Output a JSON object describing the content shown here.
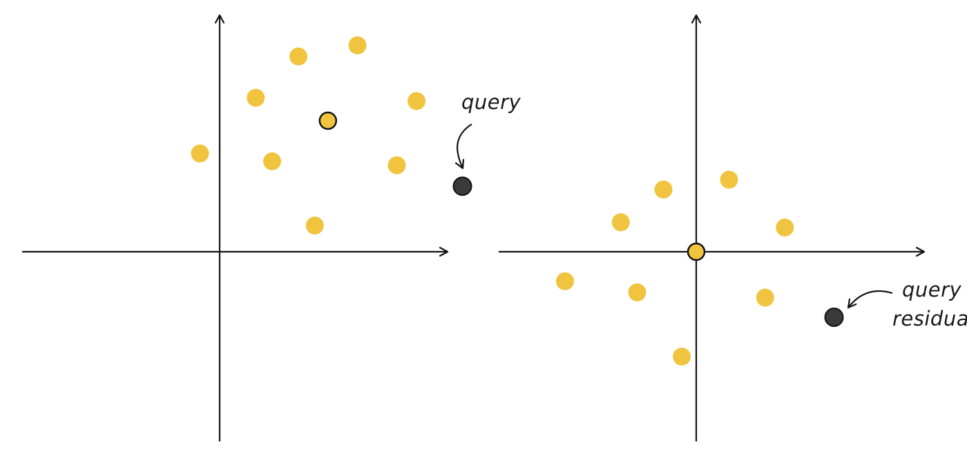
{
  "colors": {
    "point": "#F0C43F",
    "query": "#3A3A3A",
    "stroke": "#111111",
    "background": "#FFFFFF"
  },
  "left_panel": {
    "label": "query",
    "points": [
      {
        "x": -0.3,
        "y": 1.5
      },
      {
        "x": 0.55,
        "y": 2.35
      },
      {
        "x": 0.8,
        "y": 1.38
      },
      {
        "x": 1.2,
        "y": 2.98
      },
      {
        "x": 1.45,
        "y": 0.4
      },
      {
        "x": 2.1,
        "y": 3.15
      },
      {
        "x": 2.7,
        "y": 1.32
      },
      {
        "x": 3.0,
        "y": 2.3
      }
    ],
    "centroid": {
      "x": 1.65,
      "y": 2.0
    },
    "query_point": {
      "x": 3.7,
      "y": 1.0
    }
  },
  "right_panel": {
    "label_line1": "query",
    "label_line2": "residual",
    "points": [
      {
        "x": -2.0,
        "y": -0.45
      },
      {
        "x": -1.15,
        "y": 0.45
      },
      {
        "x": -0.9,
        "y": -0.62
      },
      {
        "x": -0.5,
        "y": 0.95
      },
      {
        "x": -0.22,
        "y": -1.6
      },
      {
        "x": 0.5,
        "y": 1.1
      },
      {
        "x": 1.05,
        "y": -0.7
      },
      {
        "x": 1.35,
        "y": 0.37
      }
    ],
    "centroid": {
      "x": 0.0,
      "y": 0.0
    },
    "query_point": {
      "x": 2.1,
      "y": -1.0
    }
  }
}
